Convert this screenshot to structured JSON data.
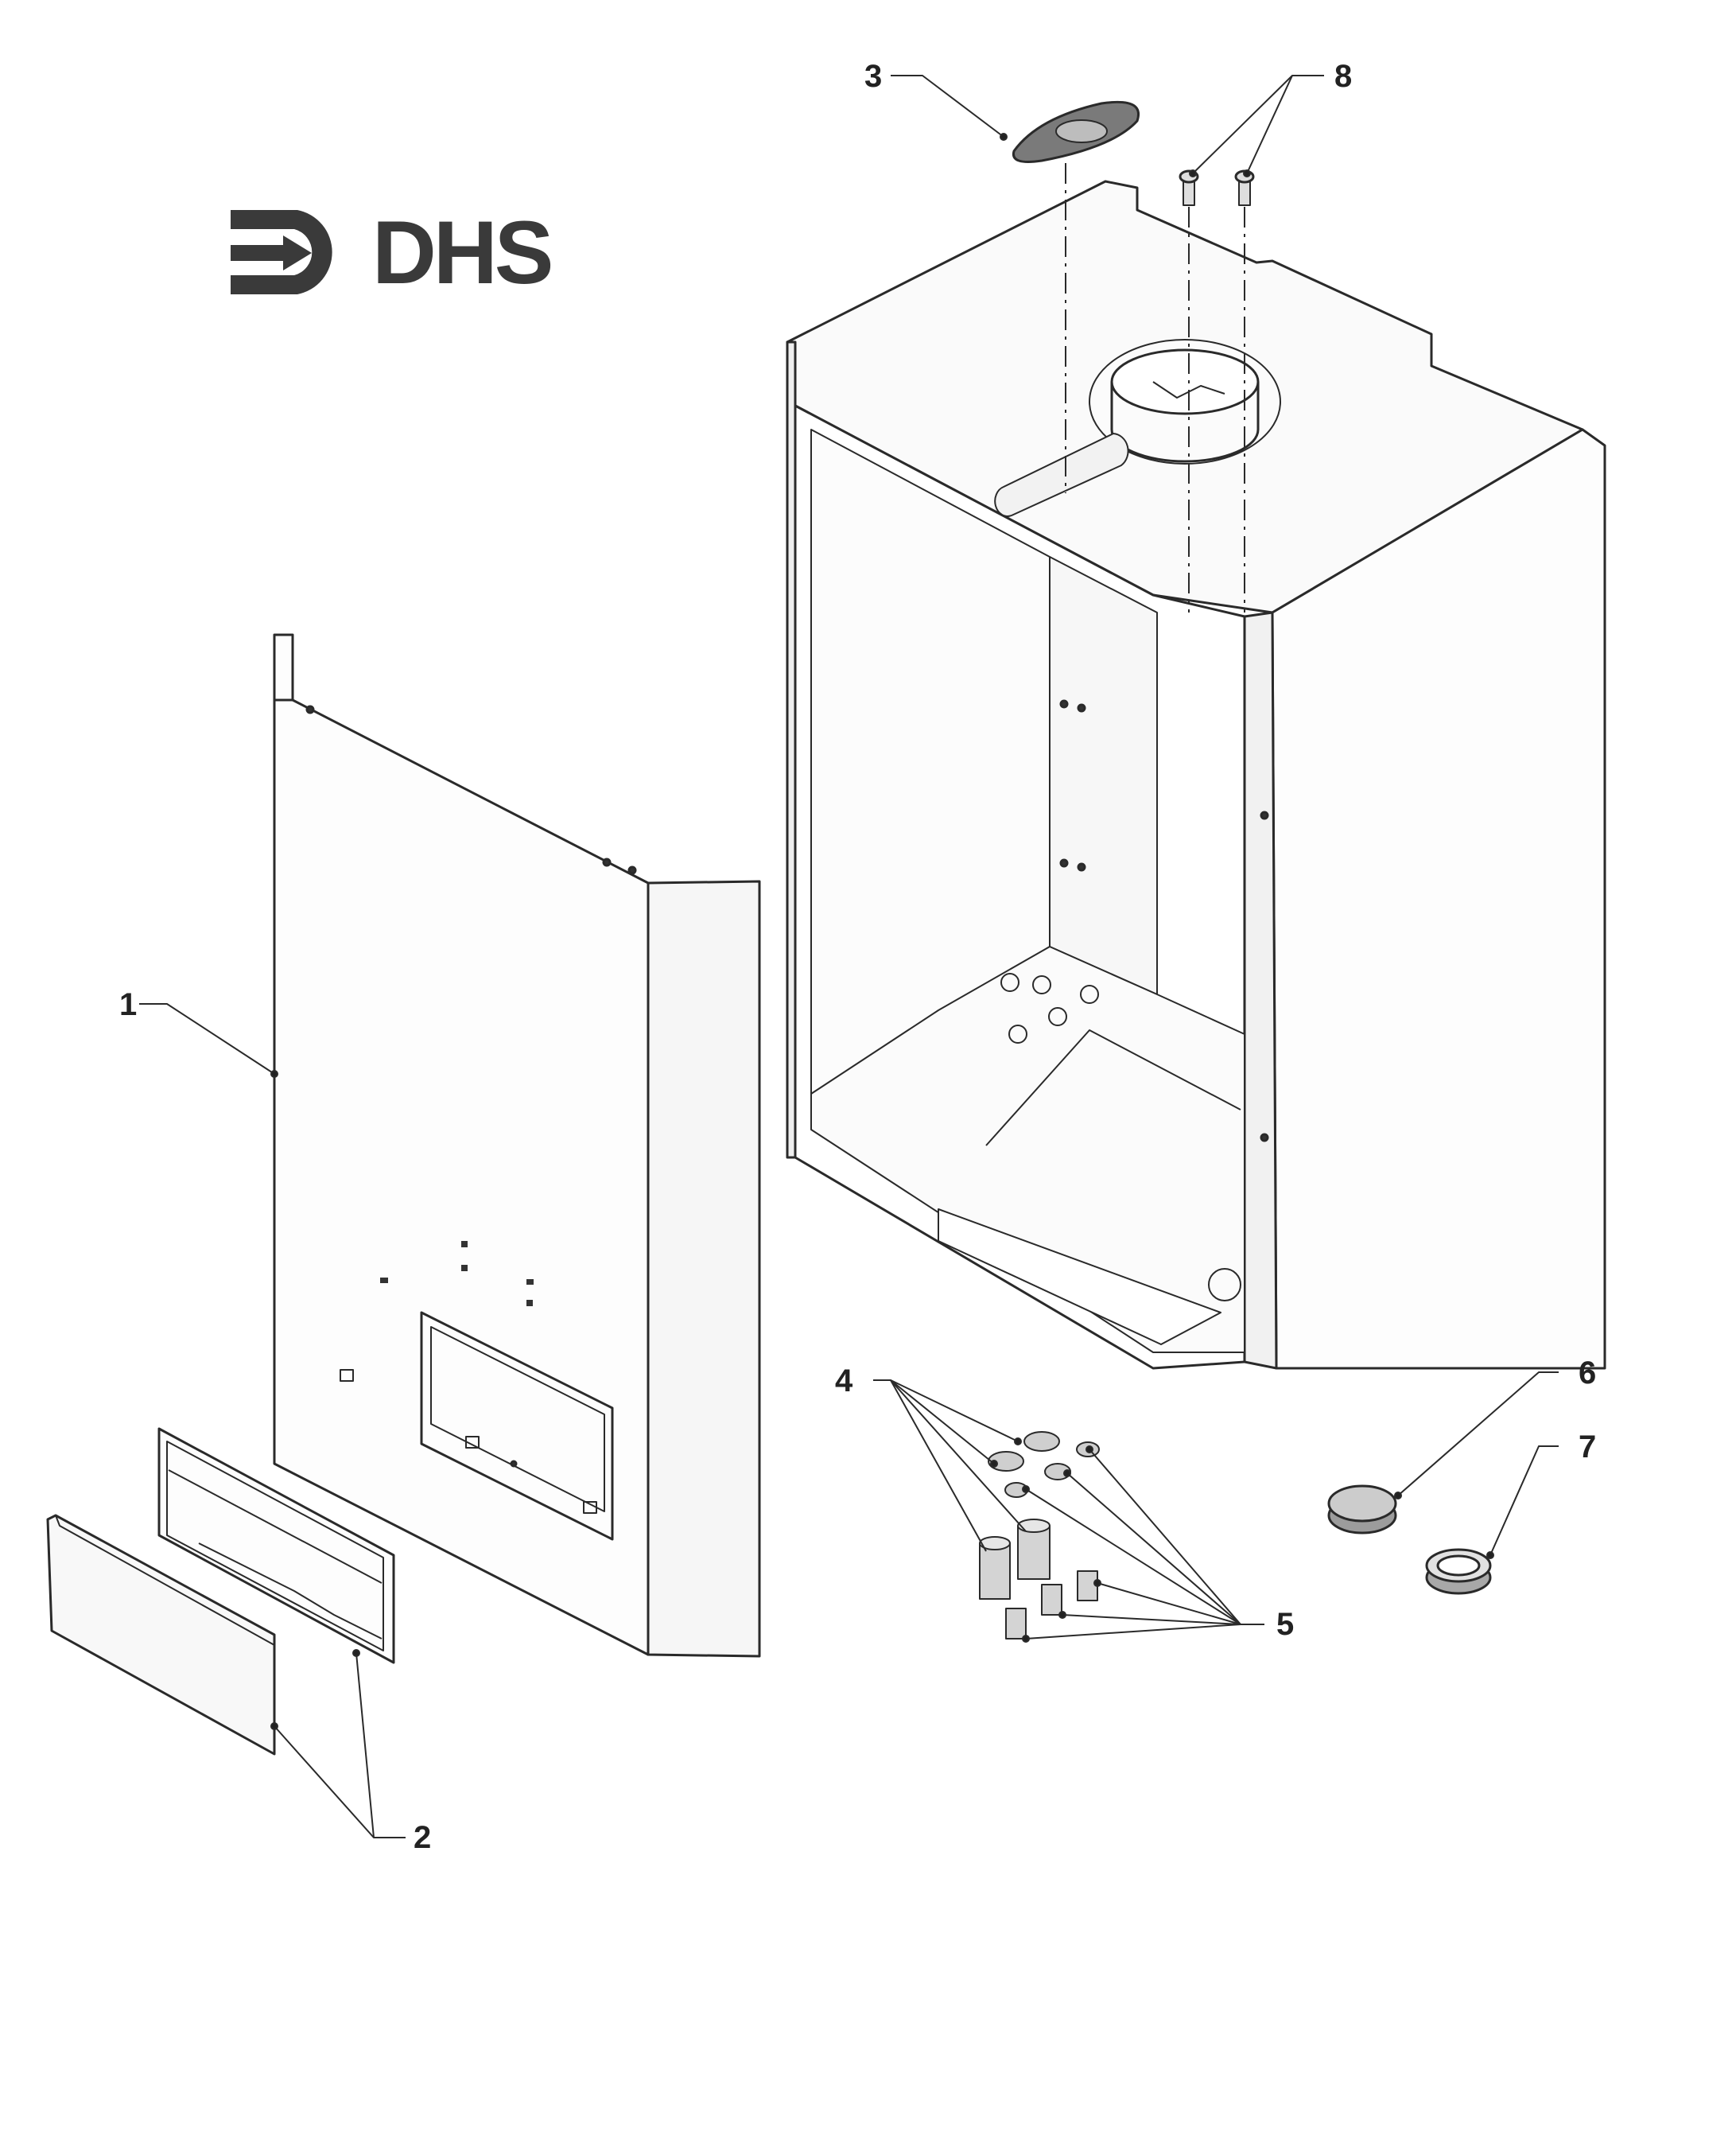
{
  "logo": {
    "name": "DHS logo",
    "text": "DHS"
  },
  "callouts": [
    {
      "id": "1",
      "label": "1"
    },
    {
      "id": "2",
      "label": "2"
    },
    {
      "id": "3",
      "label": "3"
    },
    {
      "id": "4",
      "label": "4"
    },
    {
      "id": "5",
      "label": "5"
    },
    {
      "id": "6",
      "label": "6"
    },
    {
      "id": "7",
      "label": "7"
    },
    {
      "id": "8",
      "label": "8"
    }
  ],
  "colors": {
    "line": "#2a2a2a",
    "paper": "#ffffff",
    "logo": "#3a3a3a"
  }
}
